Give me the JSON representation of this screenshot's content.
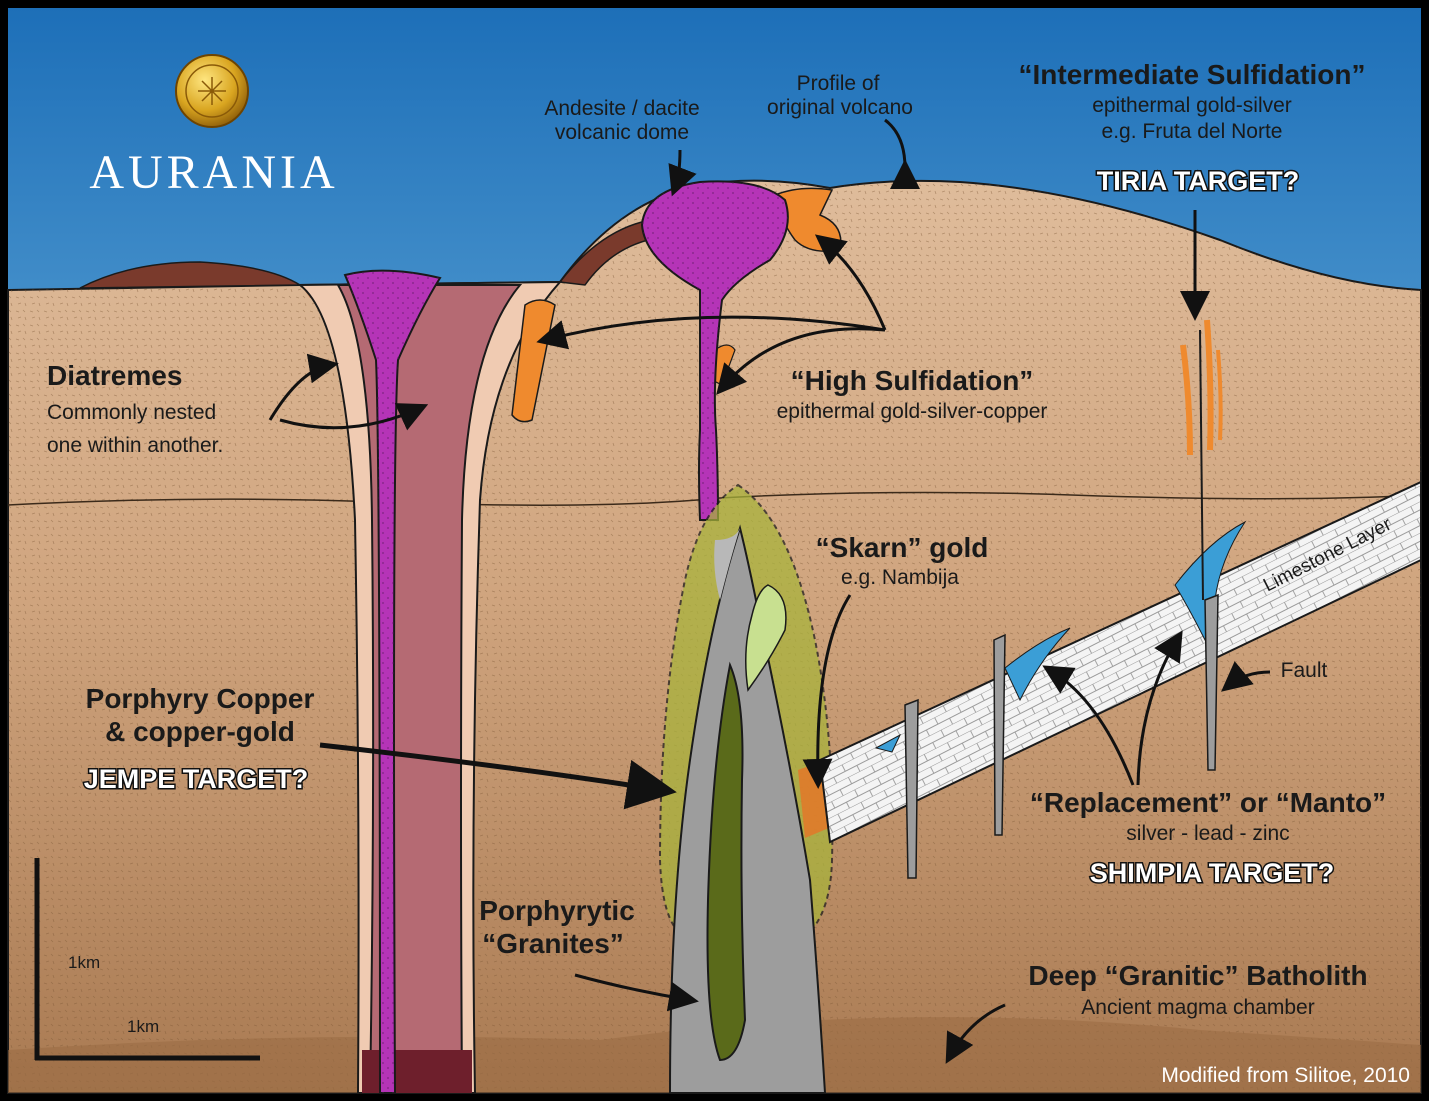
{
  "brand": {
    "name": "AURANIA",
    "logo_icon": "gold-coin-icon"
  },
  "colors": {
    "sky_top": "#1d6fb8",
    "sky_bottom": "#cfe6f2",
    "ground_upper": "#dbb592",
    "ground_lower": "#b98b63",
    "diatreme": "#b56a73",
    "dome": "#b534b7",
    "porphyry_halo": "#a8b43a",
    "granite": "#9a9a9a",
    "limestone": "#f2f2f2",
    "manto": "#3b9ed6",
    "epithermal": "#ef8a2e"
  },
  "labels": {
    "andesite": [
      "Andesite / dacite",
      "volcanic dome"
    ],
    "profile": [
      "Profile of",
      "original volcano"
    ],
    "intermediate_title": "“Intermediate Sulfidation”",
    "intermediate_sub": [
      "epithermal gold-silver",
      "e.g. Fruta del Norte"
    ],
    "tiria_target": "TIRIA TARGET?",
    "diatremes_title": "Diatremes",
    "diatremes_sub": [
      "Commonly nested",
      "one within another."
    ],
    "high_sulf_title": "“High Sulfidation”",
    "high_sulf_sub": "epithermal gold-silver-copper",
    "skarn_title": "“Skarn” gold",
    "skarn_sub": "e.g. Nambija",
    "limestone": "Limestone Layer",
    "fault": "Fault",
    "porphyry_title": [
      "Porphyry Copper",
      "& copper-gold"
    ],
    "jempe_target": "JEMPE TARGET?",
    "replacement_title": "“Replacement” or “Manto”",
    "replacement_sub": "silver - lead - zinc",
    "shimpia_target": "SHIMPIA TARGET?",
    "granites_title": [
      "Porphyrytic",
      "“Granites”"
    ],
    "batholith_title": "Deep “Granitic” Batholith",
    "batholith_sub": "Ancient magma chamber",
    "scale_vertical": "1km",
    "scale_horizontal": "1km",
    "credit": "Modified from Silitoe, 2010"
  }
}
